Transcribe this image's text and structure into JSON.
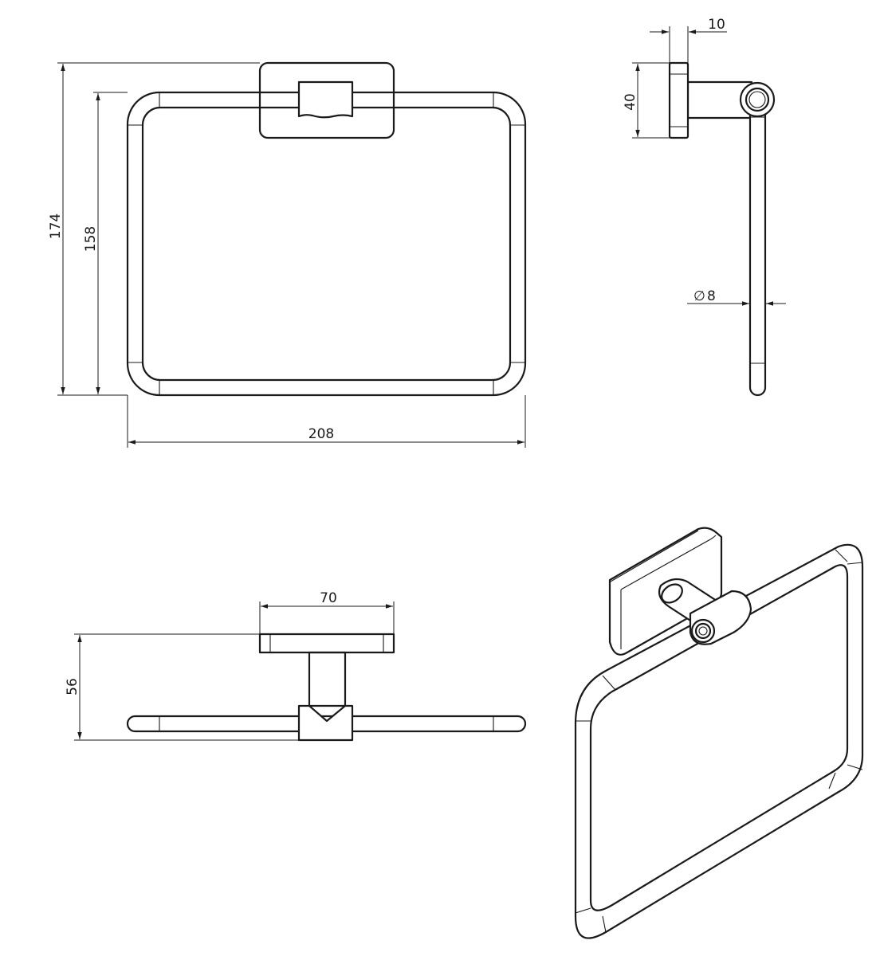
{
  "dimensions": {
    "overall_height": "174",
    "ring_height": "158",
    "overall_width": "208",
    "base_thickness": "10",
    "base_height": "40",
    "rod_diameter": "8",
    "base_width": "70",
    "projection": "56"
  },
  "symbols": {
    "diameter": "∅"
  },
  "views": [
    "front-view",
    "side-view",
    "top-view",
    "isometric-view"
  ],
  "colors": {
    "line": "#1a1a1a",
    "background": "#ffffff"
  }
}
